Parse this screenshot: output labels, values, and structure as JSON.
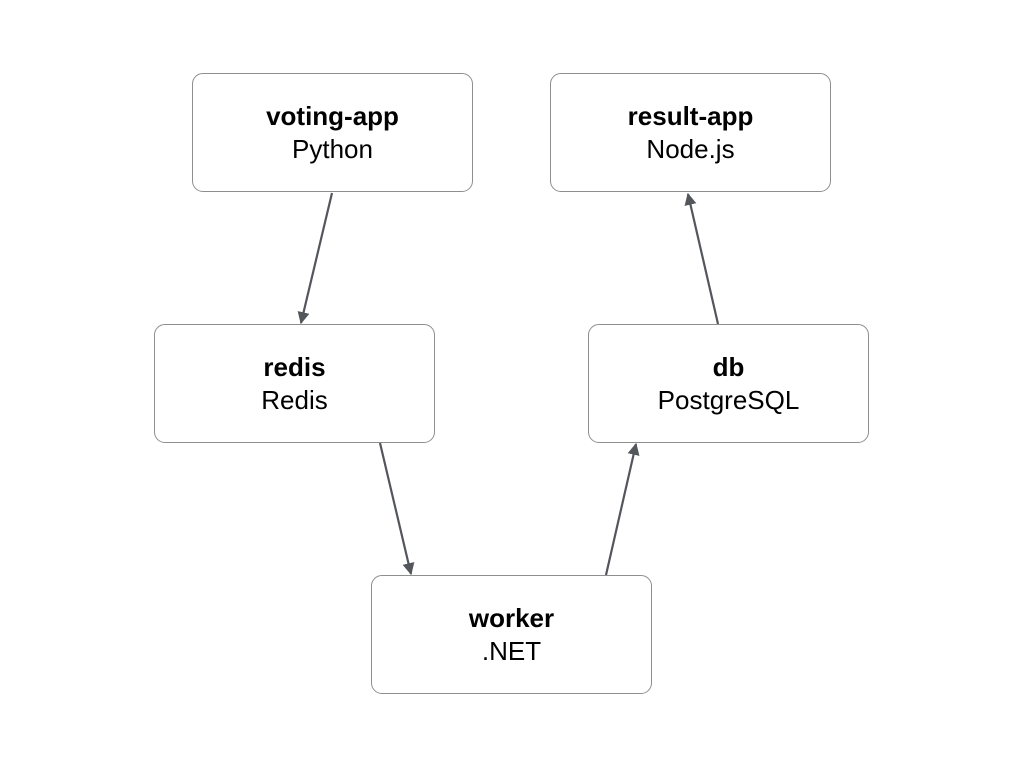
{
  "nodes": {
    "voting_app": {
      "name": "voting-app",
      "tech": "Python"
    },
    "result_app": {
      "name": "result-app",
      "tech": "Node.js"
    },
    "redis": {
      "name": "redis",
      "tech": "Redis"
    },
    "db": {
      "name": "db",
      "tech": "PostgreSQL"
    },
    "worker": {
      "name": "worker",
      "tech": ".NET"
    }
  },
  "edges": [
    {
      "from": "voting-app",
      "to": "redis"
    },
    {
      "from": "redis",
      "to": "worker"
    },
    {
      "from": "worker",
      "to": "db"
    },
    {
      "from": "db",
      "to": "result-app"
    }
  ],
  "colors": {
    "edge": "#53565b",
    "node_border": "#8e8e8e"
  }
}
